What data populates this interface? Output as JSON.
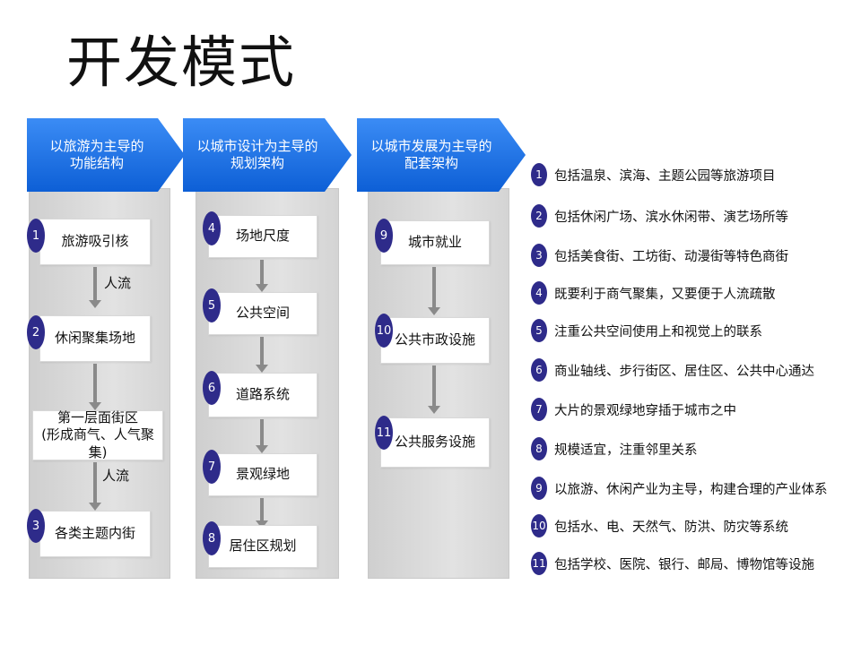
{
  "title": "开发模式",
  "colors": {
    "chevron": "#1a6ee8",
    "badge": "#2e2b8a",
    "arrow": "#8a8a8a"
  },
  "columns": [
    {
      "header": [
        "以旅游为主导的",
        "功能结构"
      ],
      "items": [
        {
          "num": "1",
          "label": [
            "旅游吸引核"
          ]
        },
        {
          "num": "2",
          "label": [
            "休闲聚集场地"
          ]
        },
        {
          "num": "",
          "label": [
            "第一层面街区",
            "(形成商气、人气聚集)"
          ]
        },
        {
          "num": "3",
          "label": [
            "各类主题内街"
          ]
        }
      ],
      "flow_labels": [
        "人流",
        "人流"
      ]
    },
    {
      "header": [
        "以城市设计为主导的",
        "规划架构"
      ],
      "items": [
        {
          "num": "4",
          "label": [
            "场地尺度"
          ]
        },
        {
          "num": "5",
          "label": [
            "公共空间"
          ]
        },
        {
          "num": "6",
          "label": [
            "道路系统"
          ]
        },
        {
          "num": "7",
          "label": [
            "景观绿地"
          ]
        },
        {
          "num": "8",
          "label": [
            "居住区规划"
          ]
        }
      ]
    },
    {
      "header": [
        "以城市发展为主导的",
        "配套架构"
      ],
      "items": [
        {
          "num": "9",
          "label": [
            "城市就业"
          ]
        },
        {
          "num": "10",
          "label": [
            "公共市政设施"
          ]
        },
        {
          "num": "11",
          "label": [
            "公共服务设施"
          ]
        }
      ]
    }
  ],
  "notes": [
    {
      "num": "1",
      "text": "包括温泉、滨海、主题公园等旅游项目"
    },
    {
      "num": "2",
      "text": "包括休闲广场、滨水休闲带、演艺场所等"
    },
    {
      "num": "3",
      "text": "包括美食街、工坊街、动漫街等特色商街"
    },
    {
      "num": "4",
      "text": "既要利于商气聚集，又要便于人流疏散"
    },
    {
      "num": "5",
      "text": "注重公共空间使用上和视觉上的联系"
    },
    {
      "num": "6",
      "text": "商业轴线、步行街区、居住区、公共中心通达"
    },
    {
      "num": "7",
      "text": "大片的景观绿地穿插于城市之中"
    },
    {
      "num": "8",
      "text": "规模适宜，注重邻里关系"
    },
    {
      "num": "9",
      "text": "以旅游、休闲产业为主导，构建合理的产业体系"
    },
    {
      "num": "10",
      "text": "包括水、电、天然气、防洪、防灾等系统"
    },
    {
      "num": "11",
      "text": "包括学校、医院、银行、邮局、博物馆等设施"
    }
  ]
}
